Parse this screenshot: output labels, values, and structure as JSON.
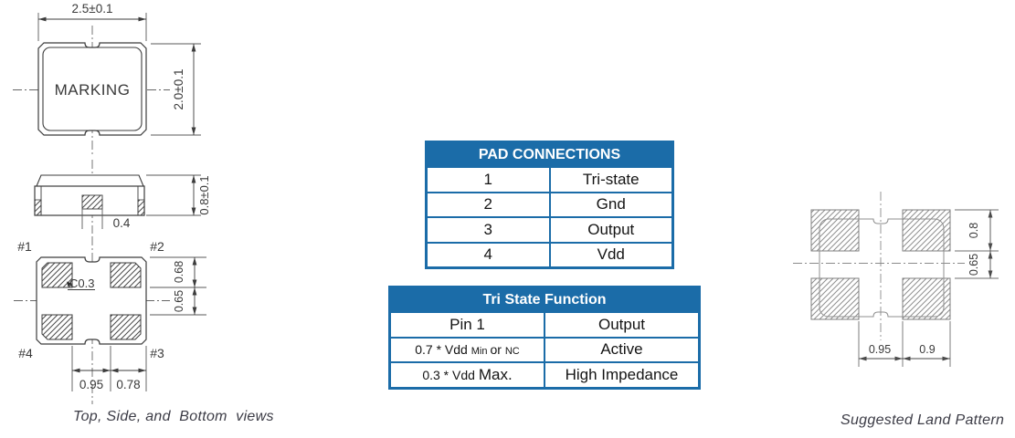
{
  "colors": {
    "accent_blue": "#1B6CA8",
    "drawing_line_dark": "#3C3C3C",
    "drawing_line_gray": "#8A8A8A",
    "caption_text": "#3C3C46"
  },
  "views": {
    "caption": "Top, Side, and  Bottom  views",
    "top_view": {
      "marking": "MARKING",
      "width_dim": "2.5±0.1",
      "height_dim": "2.0±0.1"
    },
    "side_view": {
      "center_pad_dim": "0.4",
      "height_dim": "0.8±0.1"
    },
    "bottom_view": {
      "pad1": "#1",
      "pad2": "#2",
      "pad3": "#3",
      "pad4": "#4",
      "chamfer_dim": "C0.3",
      "pad_height_dim": "0.68",
      "pad_gap_dim": "0.65",
      "pad_pitch_dim": "0.95",
      "pad_width_dim": "0.78"
    }
  },
  "pad_connections": {
    "title": "PAD CONNECTIONS",
    "rows": [
      {
        "pad": "1",
        "signal": "Tri-state"
      },
      {
        "pad": "2",
        "signal": "Gnd"
      },
      {
        "pad": "3",
        "signal": "Output"
      },
      {
        "pad": "4",
        "signal": "Vdd"
      }
    ]
  },
  "tri_state": {
    "title": "Tri State Function",
    "col1_header": "Pin 1",
    "col2_header": "Output",
    "rows": [
      {
        "pin_main": "0.7 * Vdd ",
        "pin_small": "Min ",
        "pin_mid": "or ",
        "pin_small2": "NC",
        "output": "Active"
      },
      {
        "pin_main": "0.3 * Vdd ",
        "pin_large": "Max.",
        "output": "High Impedance"
      }
    ]
  },
  "land_pattern": {
    "caption": "Suggested Land Pattern",
    "pad_height_dim": "0.8",
    "pad_gap_v_dim": "0.65",
    "pad_gap_h_dim": "0.95",
    "pad_width_dim": "0.9"
  }
}
